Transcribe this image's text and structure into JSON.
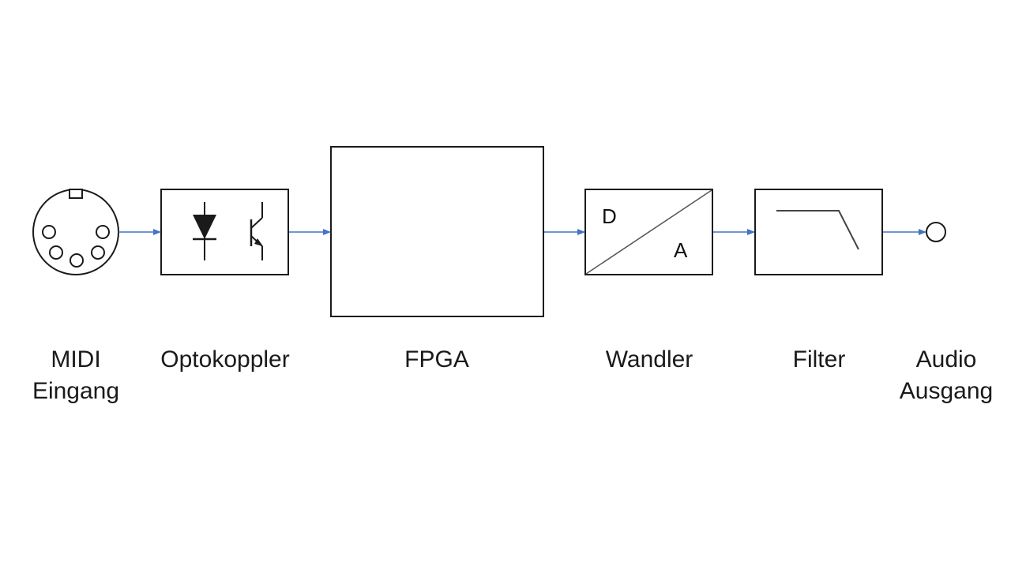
{
  "diagram": {
    "blocks": [
      {
        "id": "midi",
        "label_lines": [
          "MIDI",
          "Eingang"
        ]
      },
      {
        "id": "opto",
        "label_lines": [
          "Optokoppler"
        ]
      },
      {
        "id": "fpga",
        "label_lines": [
          "FPGA"
        ]
      },
      {
        "id": "dac",
        "label_lines": [
          "Wandler"
        ],
        "inner_labels": {
          "top_left": "D",
          "bottom_right": "A"
        }
      },
      {
        "id": "filter",
        "label_lines": [
          "Filter"
        ]
      },
      {
        "id": "audio",
        "label_lines": [
          "Audio",
          "Ausgang"
        ]
      }
    ],
    "connection_color": "#4472c4",
    "line_color": "#1a1a1a"
  }
}
